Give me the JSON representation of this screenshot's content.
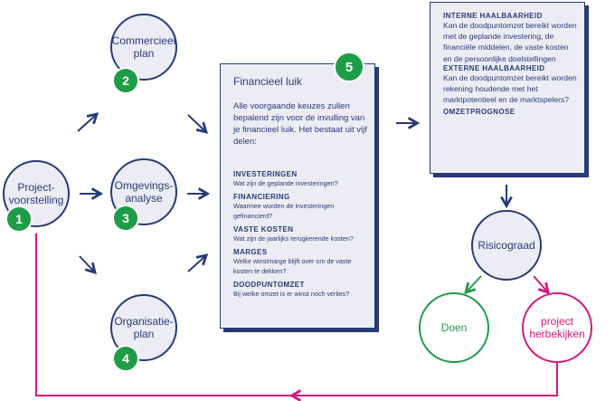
{
  "nodes": {
    "n1": {
      "label": "Project-\nvoorstelling",
      "number": "1"
    },
    "n2": {
      "label": "Commercieel\nplan",
      "number": "2"
    },
    "n3": {
      "label": "Omgevings-\nanalyse",
      "number": "3"
    },
    "n4": {
      "label": "Organisatie-\nplan",
      "number": "4"
    },
    "n5_number": "5"
  },
  "financial": {
    "title": "Financieel luik",
    "intro": "Alle voorgaande keuzes zullen bepalend zijn voor de invulling van je financieel luik. Het bestaat uit vijf delen:",
    "sections": [
      {
        "heading": "INVESTERINGEN",
        "question": "Wat zijn de geplande investeringen?"
      },
      {
        "heading": "FINANCIERING",
        "question": "Waarmee worden de investeringen gefinancierd?"
      },
      {
        "heading": "VASTE KOSTEN",
        "question": "Wat zijn de jaarlijks terugkerende kosten?"
      },
      {
        "heading": "MARGES",
        "question": "Welke winstmarge blijft over om de vaste kosten te dekken?"
      },
      {
        "heading": "DOODPUNTOMZET",
        "question": "Bij welke omzet is er winst noch verlies?"
      }
    ]
  },
  "feasibility": {
    "internal_heading": "INTERNE HAALBAARHEID",
    "internal_text": "Kan de doodpuntomzet bereikt worden met de geplande investering, de financiële middelen, de vaste kosten en de persoonlijke doelstellingen",
    "external_heading": "EXTERNE HAALBAARHEID",
    "external_text": "Kan de doodpuntomzet bereikt worden rekening houdende met het marktpotentieel en de marktspelers?",
    "prognosis_heading": "OMZETPROGNOSE"
  },
  "risk": {
    "label": "Risicograad"
  },
  "outcomes": {
    "doen": "Doen",
    "herbekijken": "project\nherbekijken"
  },
  "colors": {
    "navy": "#283a78",
    "green": "#1e9c47",
    "magenta": "#d6177d",
    "fill": "#ecedf4"
  }
}
